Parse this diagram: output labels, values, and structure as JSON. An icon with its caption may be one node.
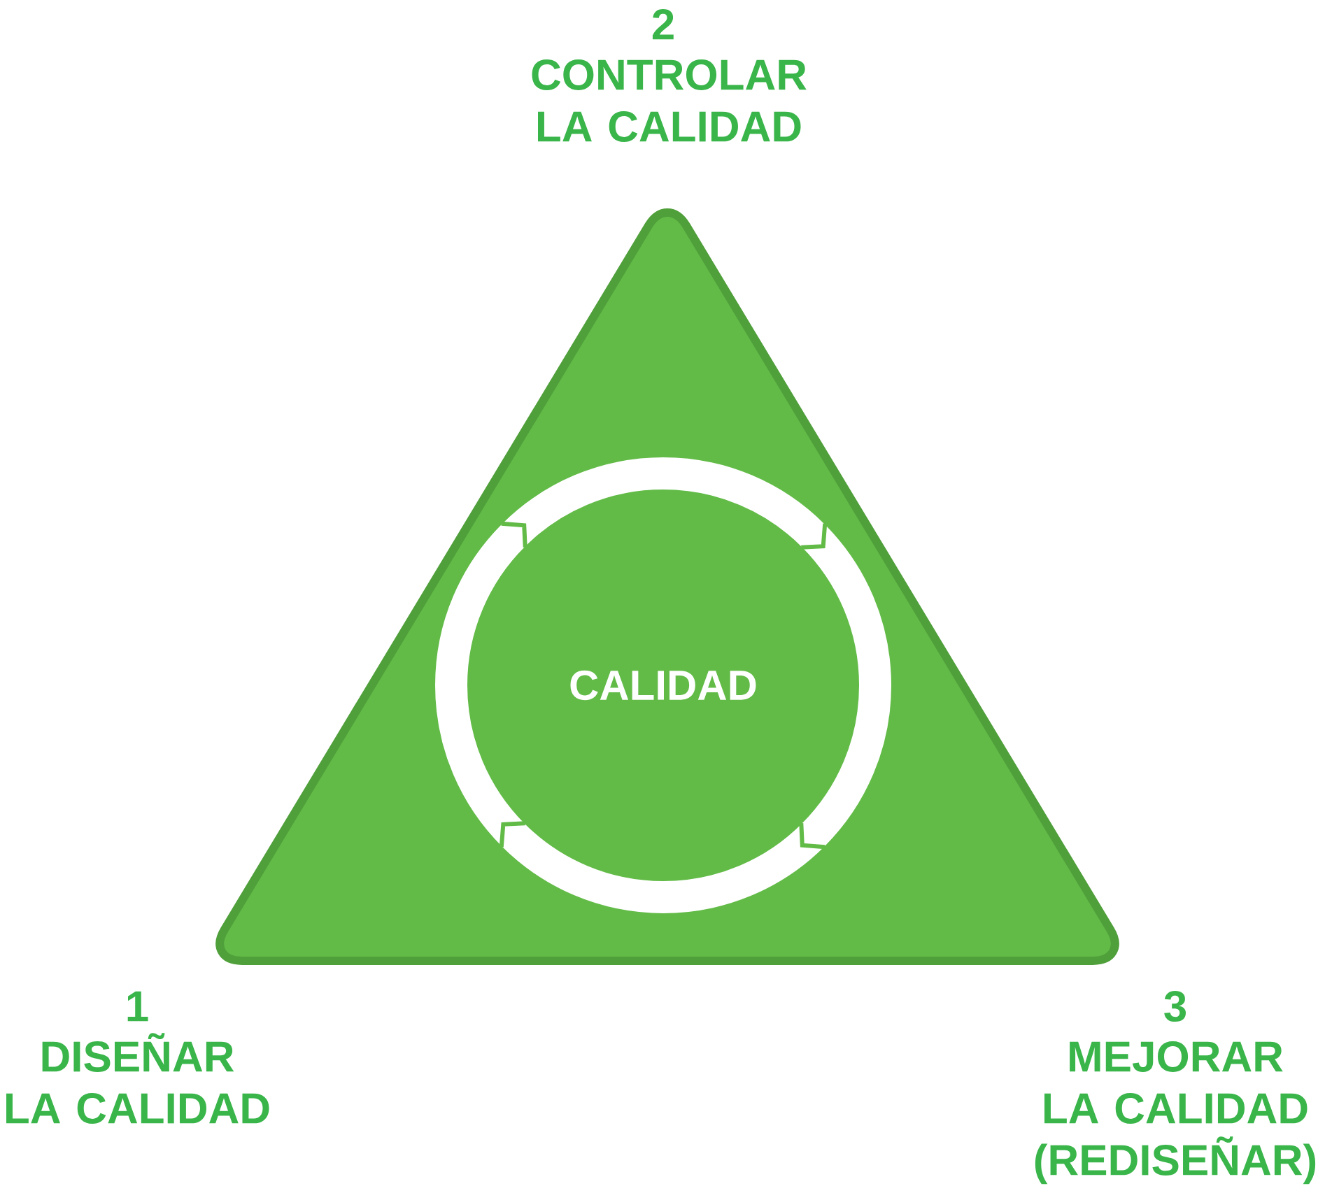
{
  "diagram": {
    "nodes": [
      {
        "text": [],
        "shape": "triangle",
        "beside": [
          "2",
          "CONTROLAR LA CALIDAD",
          "1",
          "DISEÑAR LA CALIDAD",
          "3",
          "MEJORAR LA CALIDAD (REDISEÑAR)"
        ]
      },
      {
        "text": [
          "CALIDAD"
        ],
        "in": 0
      }
    ]
  }
}
